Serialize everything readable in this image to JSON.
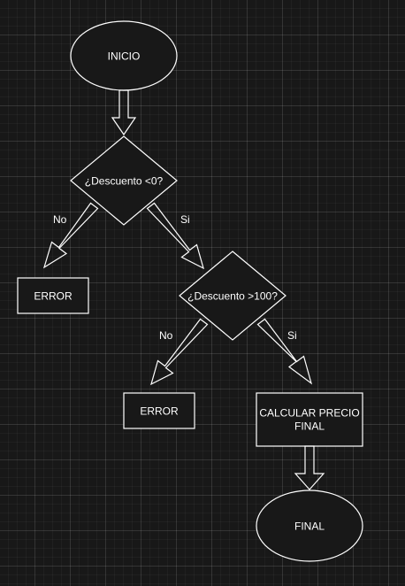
{
  "diagram": {
    "nodes": {
      "start": {
        "label": "INICIO"
      },
      "decision_lt0": {
        "label": "¿Descuento <0?"
      },
      "error_1": {
        "label": "ERROR"
      },
      "decision_gt100": {
        "label": "¿Descuento >100?"
      },
      "error_2": {
        "label": "ERROR"
      },
      "calc": {
        "line1": "CALCULAR PRECIO",
        "line2": "FINAL"
      },
      "end": {
        "label": "FINAL"
      }
    },
    "edges": {
      "lt0_no": "No",
      "lt0_si": "Si",
      "gt100_no": "No",
      "gt100_si": "Si"
    }
  }
}
